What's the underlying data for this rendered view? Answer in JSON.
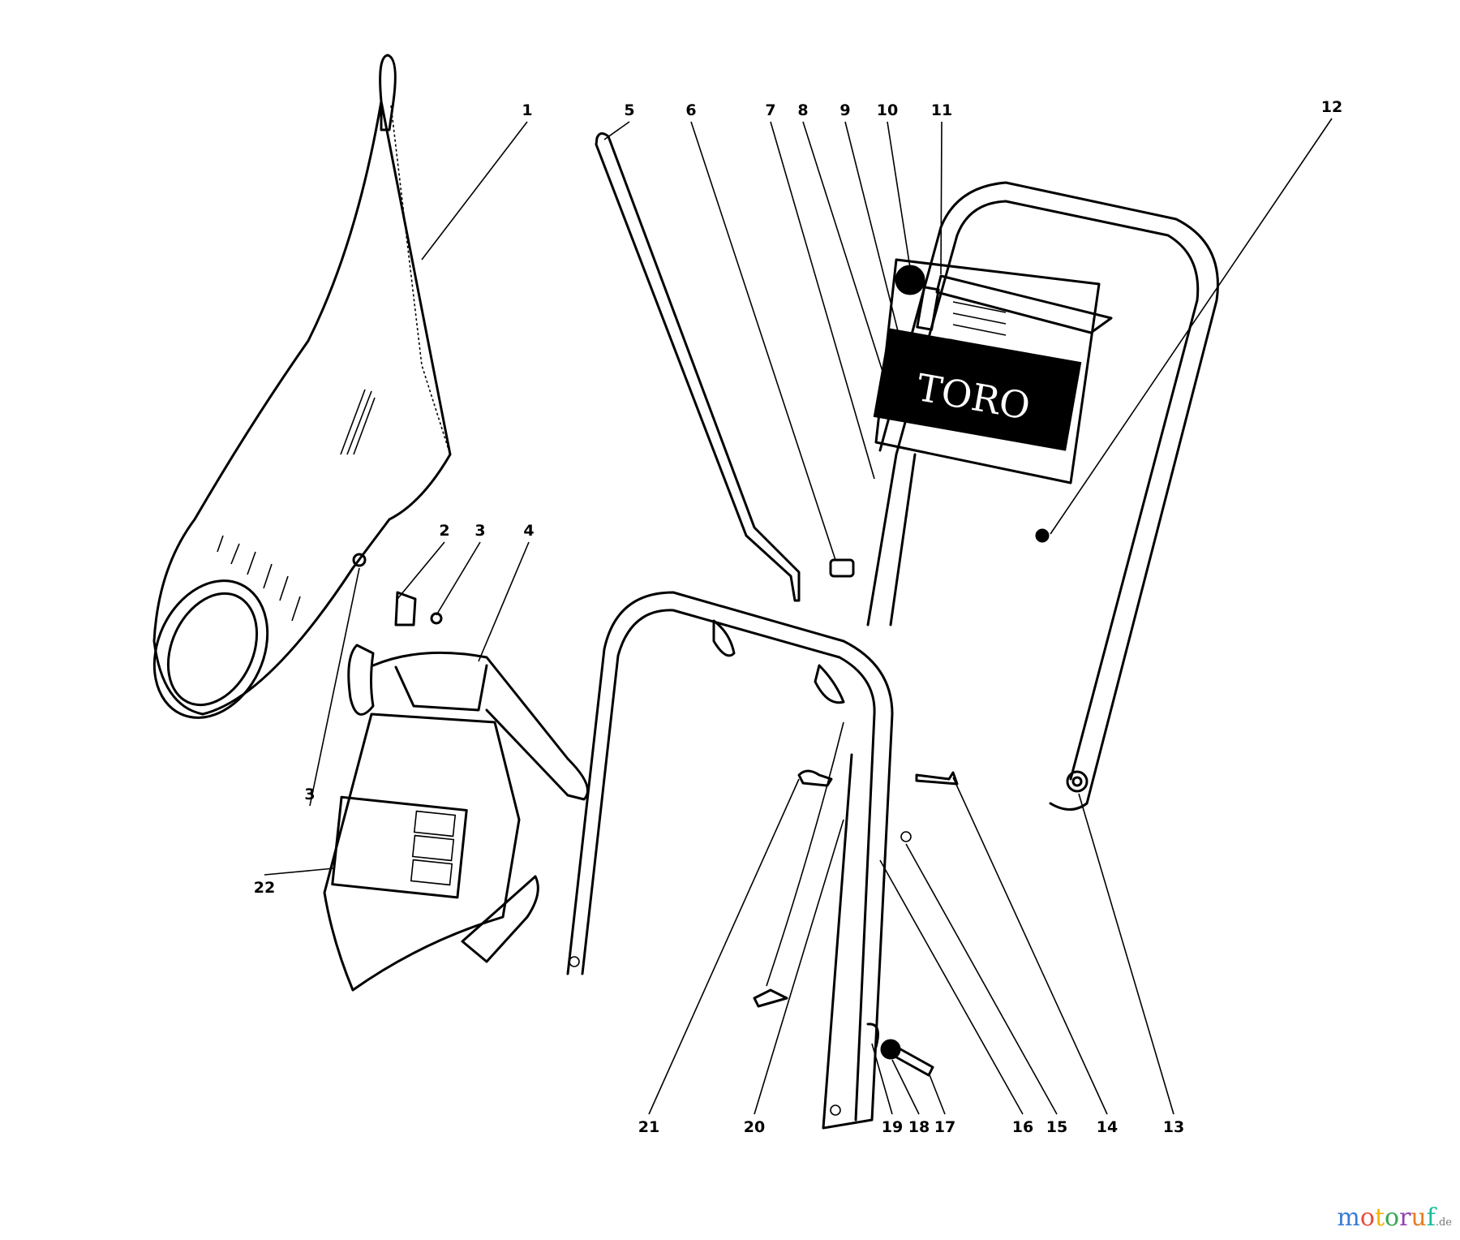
{
  "callouts": [
    {
      "num": "1"
    },
    {
      "num": "2"
    },
    {
      "num": "3"
    },
    {
      "num": "3"
    },
    {
      "num": "4"
    },
    {
      "num": "5"
    },
    {
      "num": "6"
    },
    {
      "num": "7"
    },
    {
      "num": "8"
    },
    {
      "num": "9"
    },
    {
      "num": "10"
    },
    {
      "num": "11"
    },
    {
      "num": "12"
    },
    {
      "num": "13"
    },
    {
      "num": "14"
    },
    {
      "num": "15"
    },
    {
      "num": "16"
    },
    {
      "num": "17"
    },
    {
      "num": "18"
    },
    {
      "num": "19"
    },
    {
      "num": "20"
    },
    {
      "num": "21"
    },
    {
      "num": "22"
    }
  ],
  "logo_text": "TORO",
  "watermark": {
    "letters": [
      "m",
      "o",
      "t",
      "o",
      "r",
      "u",
      "f"
    ],
    "colors": [
      "#3a7bd5",
      "#e94b3c",
      "#f4b400",
      "#34a853",
      "#8e44ad",
      "#e67e22",
      "#1abc9c"
    ],
    "suffix": ".de"
  }
}
